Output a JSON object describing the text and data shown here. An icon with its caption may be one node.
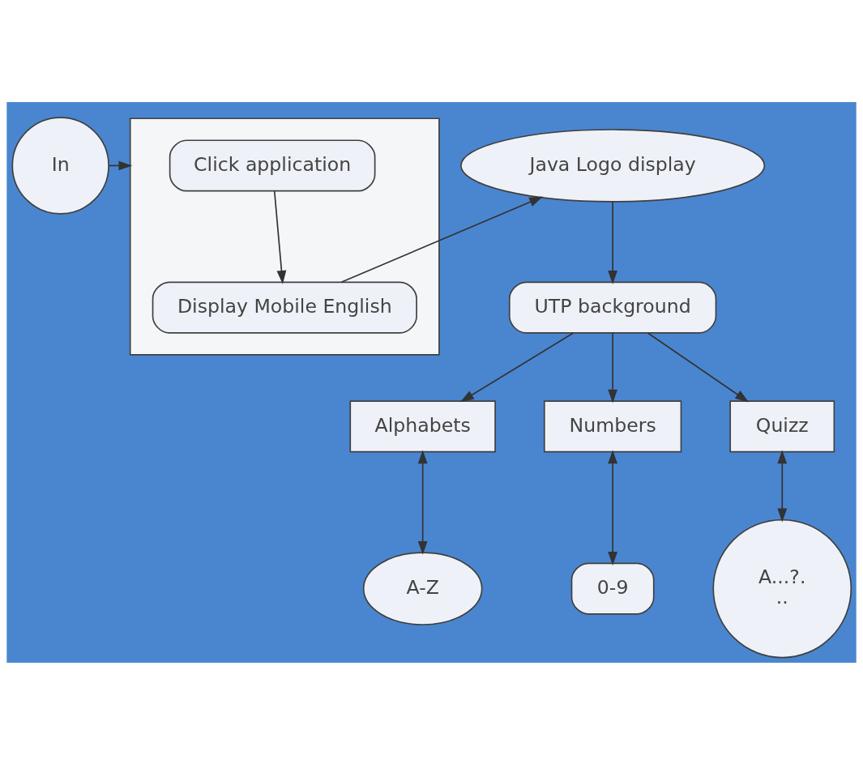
{
  "diagram": {
    "nodes": [
      {
        "text": [
          "In"
        ]
      },
      {
        "text": [],
        "shape": "box"
      },
      {
        "text": [
          "Click application"
        ],
        "in": 1
      },
      {
        "text": [
          "Display Mobile English"
        ],
        "in": 1
      },
      {
        "text": [
          "Java Logo display"
        ]
      },
      {
        "text": [
          "UTP background"
        ]
      },
      {
        "text": [
          "Alphabets"
        ]
      },
      {
        "text": [
          "Numbers"
        ]
      },
      {
        "text": [
          "Quizz"
        ]
      },
      {
        "text": [
          "A-Z"
        ]
      },
      {
        "text": [
          "0-9"
        ]
      },
      {
        "text": [
          "A...?.",
          ".."
        ]
      }
    ],
    "edges": [
      {
        "from": 0,
        "to": 1,
        "arrow": "to"
      },
      {
        "from": 2,
        "to": 3,
        "arrow": "to"
      },
      {
        "from": 3,
        "to": 4,
        "arrow": "to"
      },
      {
        "from": 4,
        "to": 5,
        "arrow": "to"
      },
      {
        "from": 5,
        "to": 6,
        "arrow": "to"
      },
      {
        "from": 5,
        "to": 7,
        "arrow": "to"
      },
      {
        "from": 5,
        "to": 8,
        "arrow": "to"
      },
      {
        "from": 6,
        "to": 9,
        "arrow": "both"
      },
      {
        "from": 7,
        "to": 10,
        "arrow": "both"
      },
      {
        "from": 8,
        "to": 11,
        "arrow": "both"
      }
    ]
  }
}
